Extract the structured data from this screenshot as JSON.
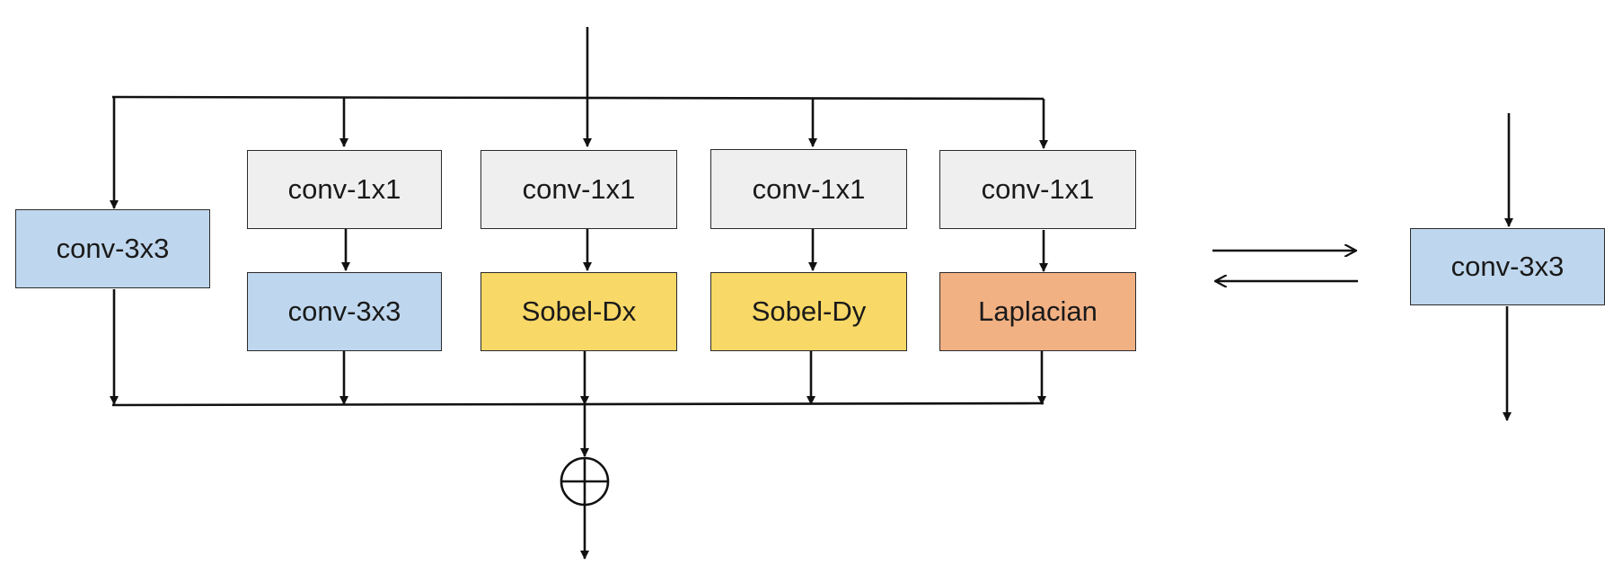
{
  "colors": {
    "conv1x1": "#efefef",
    "conv3x3": "#bfd7ee",
    "sobel": "#f8d866",
    "laplacian": "#f2b183",
    "line": "#111111"
  },
  "branches": {
    "identity_conv": "conv-3x3",
    "branch1": {
      "top": "conv-1x1",
      "bottom": "conv-3x3"
    },
    "branch2": {
      "top": "conv-1x1",
      "bottom": "Sobel-Dx"
    },
    "branch3": {
      "top": "conv-1x1",
      "bottom": "Sobel-Dy"
    },
    "branch4": {
      "top": "conv-1x1",
      "bottom": "Laplacian"
    }
  },
  "merged": {
    "label": "conv-3x3"
  },
  "symbols": {
    "add": "circle-plus",
    "conversion": "bidirectional-arrows"
  }
}
